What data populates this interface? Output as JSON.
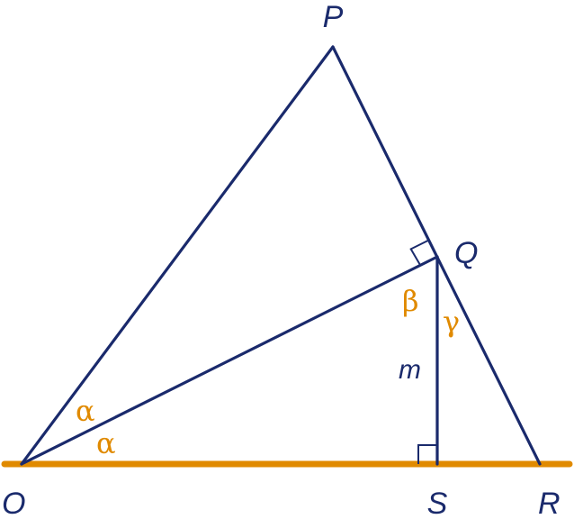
{
  "diagram": {
    "points": {
      "P": "P",
      "Q": "Q",
      "O": "O",
      "S": "S",
      "R": "R"
    },
    "angles": {
      "alpha_upper": "α",
      "alpha_lower": "α",
      "beta": "β",
      "gamma": "γ"
    },
    "segment_label": "m",
    "colors": {
      "lines": "#1a2a6c",
      "accent": "#e08a00"
    }
  }
}
